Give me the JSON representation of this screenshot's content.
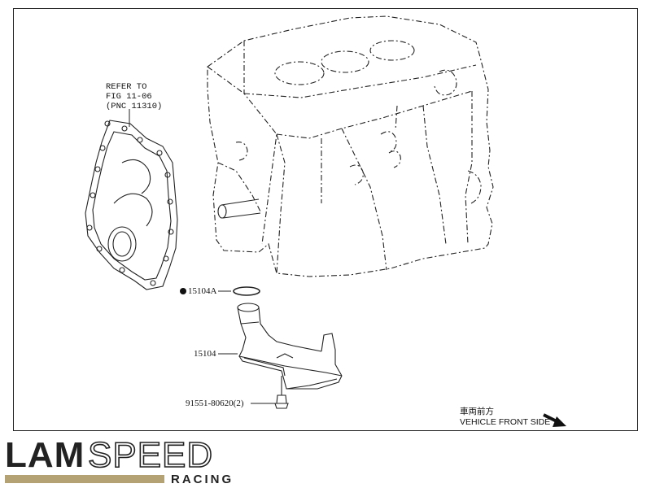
{
  "diagram": {
    "refer_note": [
      "REFER TO",
      "FIG 11-06",
      "(PNC 11310)"
    ],
    "parts": {
      "oring_label": "15104A",
      "strainer_label": "15104",
      "bolt_label": "91551-80620(2)"
    },
    "direction": {
      "japanese": "車両前方",
      "english": "VEHICLE FRONT SIDE"
    }
  },
  "brand": {
    "name_part1": "LAM",
    "name_part2": "SPEED",
    "tagline": "RACING",
    "accent_color": "#b5a274",
    "text_color": "#222222"
  }
}
